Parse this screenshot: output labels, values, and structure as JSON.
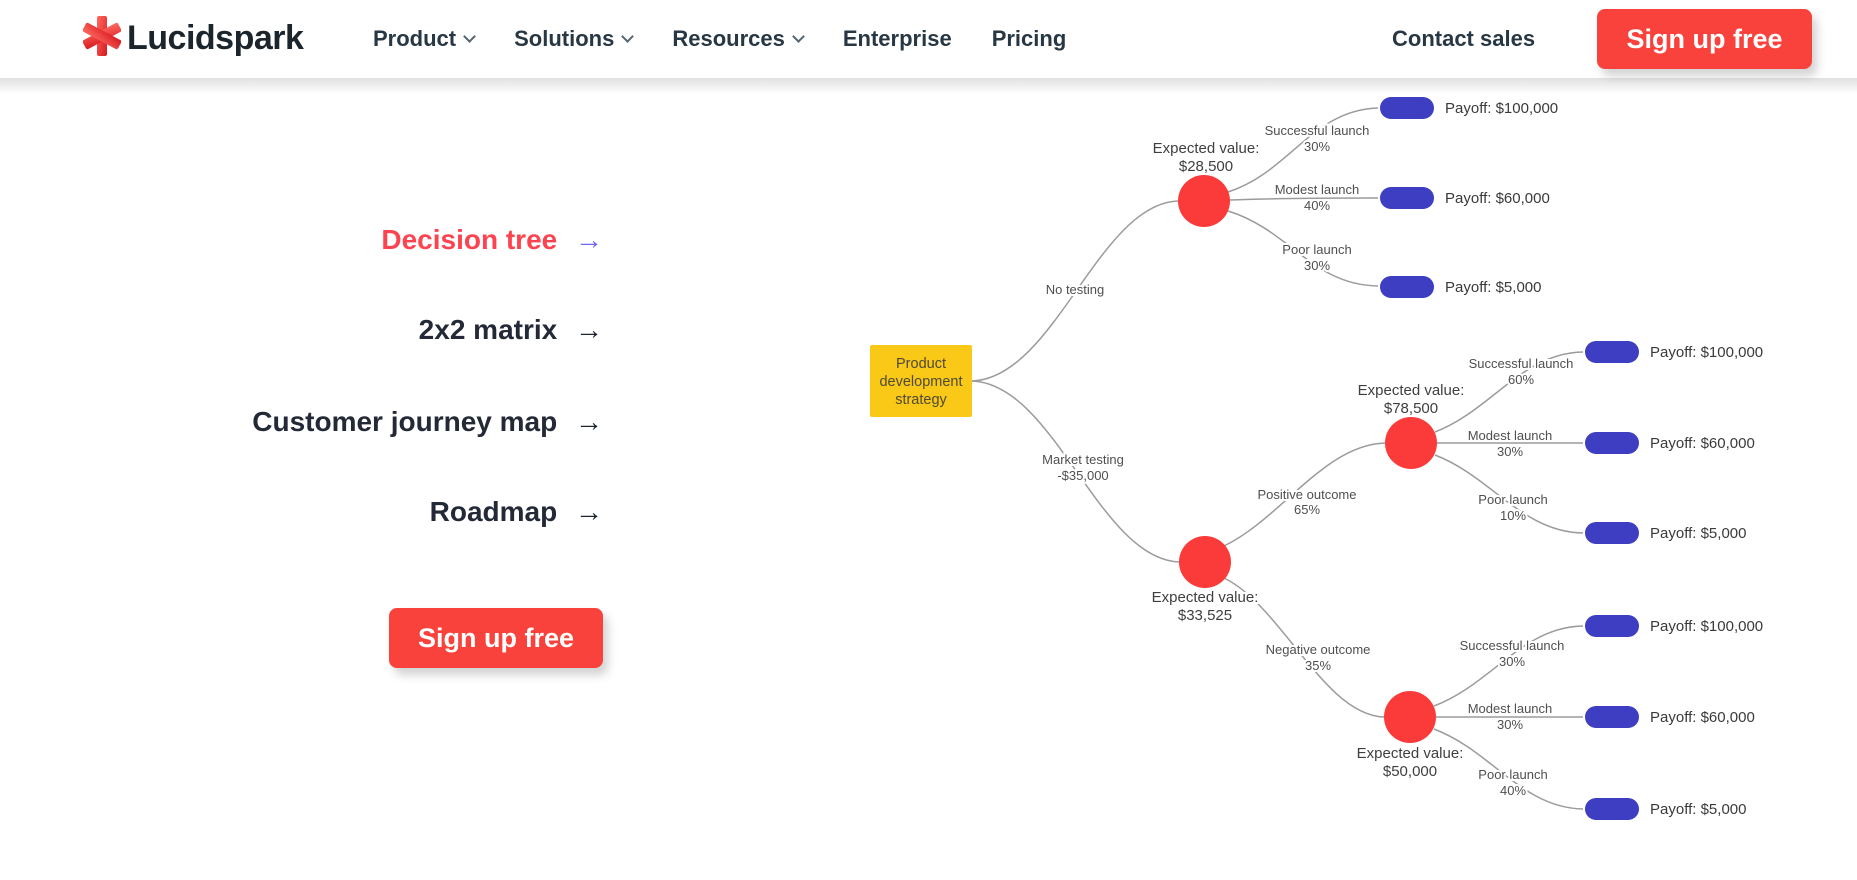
{
  "brand": {
    "name": "Lucidspark"
  },
  "nav": {
    "links": [
      {
        "label": "Product",
        "has_dropdown": true
      },
      {
        "label": "Solutions",
        "has_dropdown": true
      },
      {
        "label": "Resources",
        "has_dropdown": true
      },
      {
        "label": "Enterprise",
        "has_dropdown": false
      },
      {
        "label": "Pricing",
        "has_dropdown": false
      }
    ],
    "contact_sales": "Contact sales",
    "sign_up_free": "Sign up free"
  },
  "template_menu": {
    "arrow": "→",
    "items": [
      {
        "label": "Decision tree",
        "active": true
      },
      {
        "label": "2x2 matrix",
        "active": false
      },
      {
        "label": "Customer journey map",
        "active": false
      },
      {
        "label": "Roadmap",
        "active": false
      }
    ],
    "sign_up_free": "Sign up free"
  },
  "colors": {
    "brand_red": "#f9423b",
    "active_link_red": "#fc4450",
    "arrow_indigo": "#6f66f2",
    "node_yellow": "#fac816",
    "node_red": "#fb3a3a",
    "node_blue": "#3d3ec2",
    "edge_gray": "#9b9b9b"
  },
  "decision_tree": {
    "root": {
      "lines": [
        "Product",
        "development",
        "strategy"
      ]
    },
    "edge_labels": {
      "no_testing": [
        "No testing"
      ],
      "market_testing": [
        "Market testing",
        "-$35,000"
      ],
      "positive_outcome": [
        "Positive outcome",
        "65%"
      ],
      "negative_outcome": [
        "Negative outcome",
        "35%"
      ]
    },
    "chance_nodes": {
      "no_testing_ev": [
        "Expected value:",
        "$28,500"
      ],
      "market_testing_ev": [
        "Expected value:",
        "$33,525"
      ],
      "positive_ev": [
        "Expected value:",
        "$78,500"
      ],
      "negative_ev": [
        "Expected value:",
        "$50,000"
      ]
    },
    "subtrees": {
      "no_testing": [
        {
          "branch": "Successful launch",
          "prob": "30%",
          "payoff": "Payoff: $100,000"
        },
        {
          "branch": "Modest launch",
          "prob": "40%",
          "payoff": "Payoff: $60,000"
        },
        {
          "branch": "Poor launch",
          "prob": "30%",
          "payoff": "Payoff: $5,000"
        }
      ],
      "positive": [
        {
          "branch": "Successful launch",
          "prob": "60%",
          "payoff": "Payoff: $100,000"
        },
        {
          "branch": "Modest launch",
          "prob": "30%",
          "payoff": "Payoff: $60,000"
        },
        {
          "branch": "Poor launch",
          "prob": "10%",
          "payoff": "Payoff: $5,000"
        }
      ],
      "negative": [
        {
          "branch": "Successful launch",
          "prob": "30%",
          "payoff": "Payoff: $100,000"
        },
        {
          "branch": "Modest launch",
          "prob": "30%",
          "payoff": "Payoff: $60,000"
        },
        {
          "branch": "Poor launch",
          "prob": "40%",
          "payoff": "Payoff: $5,000"
        }
      ]
    }
  }
}
